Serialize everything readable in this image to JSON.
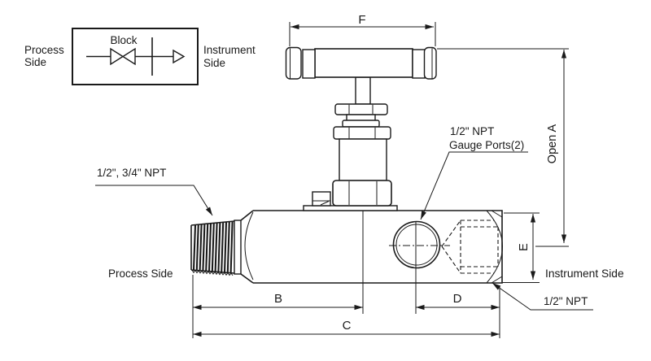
{
  "colors": {
    "line": "#1a1a1a",
    "background": "#ffffff"
  },
  "schematic": {
    "process_side": [
      "Process",
      "Side"
    ],
    "block_label": "Block",
    "instrument_side": [
      "Instrument",
      "Side"
    ]
  },
  "labels": {
    "process_npt": "1/2\", 3/4\" NPT",
    "process_side": "Process Side",
    "gauge_ports": [
      "1/2\" NPT",
      "Gauge Ports(2)"
    ],
    "instrument_side": "Instrument Side",
    "instrument_npt": "1/2\" NPT"
  },
  "dims": {
    "f": "F",
    "open_a": "Open A",
    "e": "E",
    "b": "B",
    "c": "C",
    "d": "D"
  }
}
